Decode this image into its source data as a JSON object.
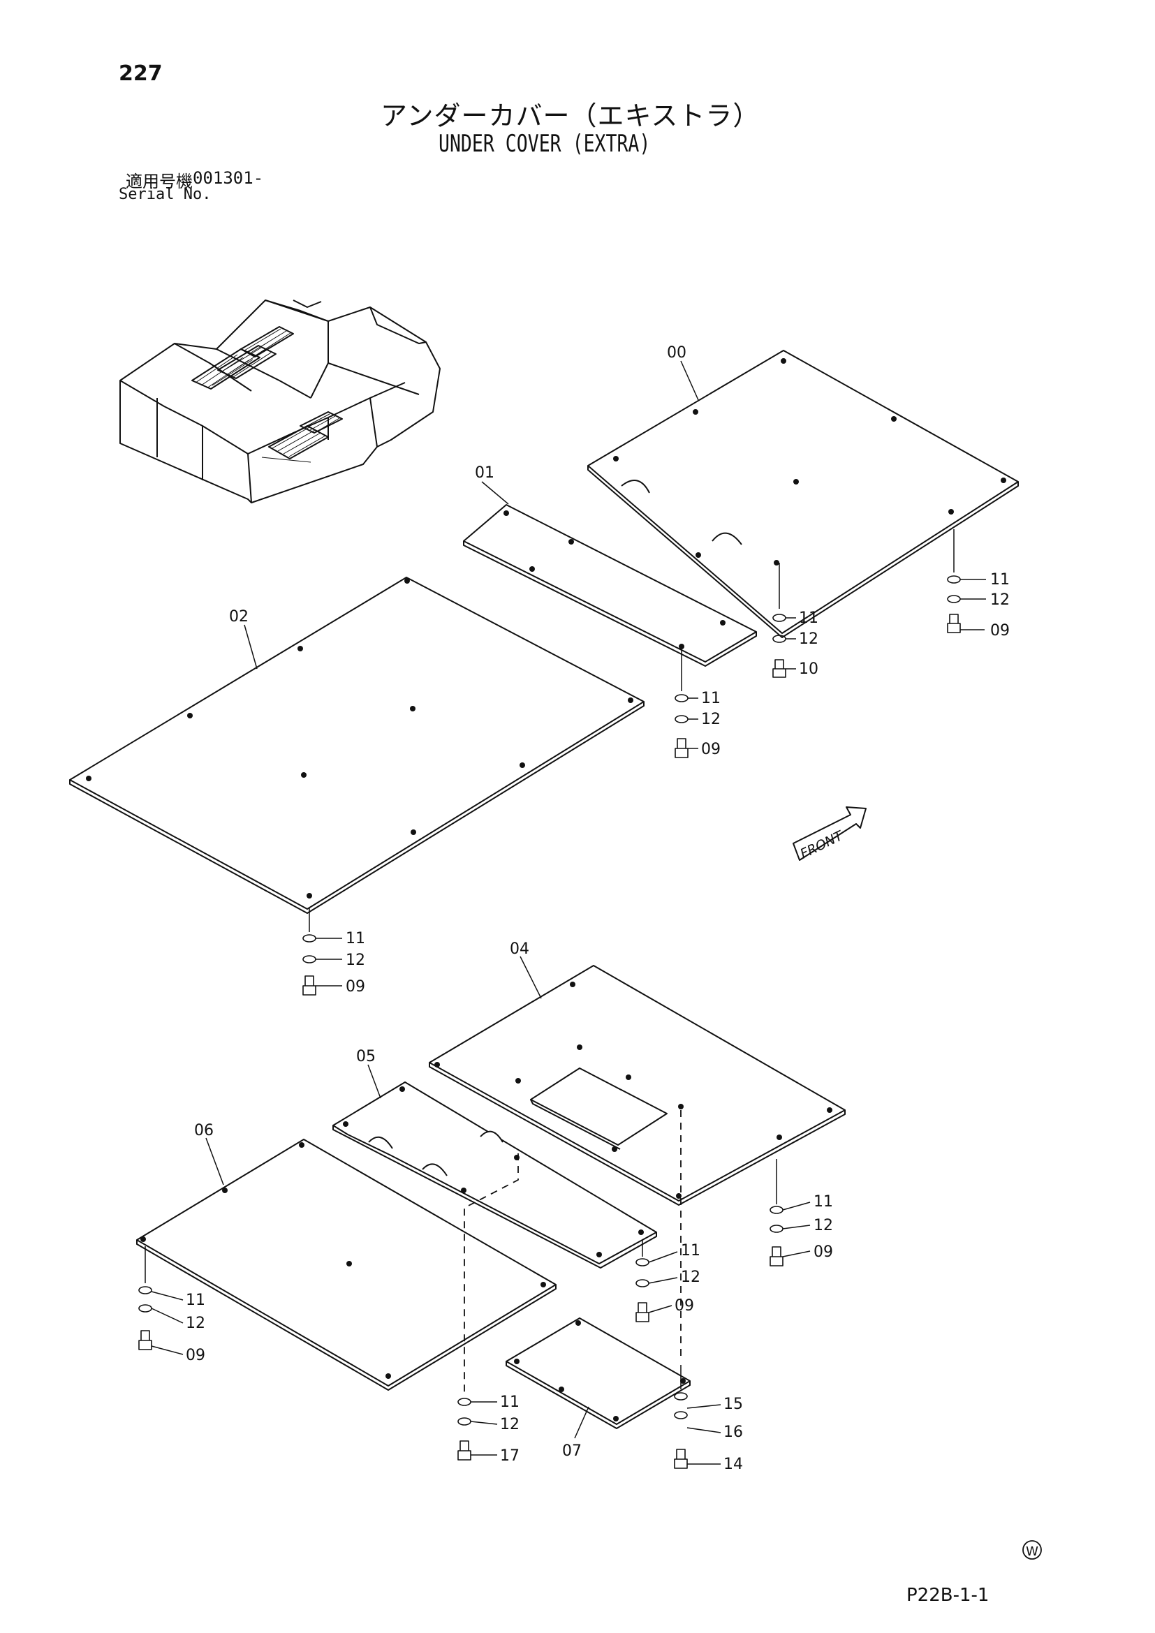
{
  "header": {
    "page_number": "227",
    "title_jp": "アンダーカバー（エキストラ）",
    "title_en": "UNDER COVER (EXTRA)",
    "serial_label_jp": "適用号機",
    "serial_value": "001301-",
    "serial_label_en": "Serial No."
  },
  "callouts": {
    "c00": "00",
    "c01": "01",
    "c02": "02",
    "c04": "04",
    "c05": "05",
    "c06": "06",
    "c07": "07",
    "a11": "11",
    "a12": "12",
    "a09": "09",
    "b11": "11",
    "b12": "12",
    "b10": "10",
    "d11": "11",
    "d12": "12",
    "d09": "09",
    "e11": "11",
    "e12": "12",
    "e09": "09",
    "f11": "11",
    "f12": "12",
    "f09": "09",
    "g11": "11",
    "g12": "12",
    "g09": "09",
    "h11": "11",
    "h12": "12",
    "h09": "09",
    "i11": "11",
    "i12": "12",
    "i17": "17",
    "j15": "15",
    "j16": "16",
    "j14": "14"
  },
  "front_label": "FRONT",
  "footer": {
    "mark": "W",
    "code": "P22B-1-1"
  }
}
